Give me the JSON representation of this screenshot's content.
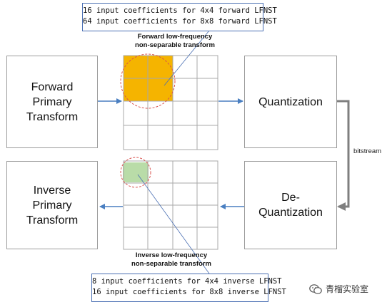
{
  "top_note": {
    "line1": "16 input coefficients for 4x4 forward LFNST",
    "line2": "64 input coefficients for 8x8 forward LFNST"
  },
  "forward_caption": {
    "line1": "Forward low-frequency",
    "line2": "non-separable transform"
  },
  "forward_primary": {
    "line1": "Forward",
    "line2": "Primary",
    "line3": "Transform"
  },
  "quantization": {
    "label": "Quantization"
  },
  "bitstream": {
    "label": "bitstream"
  },
  "dequantization": {
    "line1": "De-",
    "line2": "Quantization"
  },
  "inverse_primary": {
    "line1": "Inverse",
    "line2": "Primary",
    "line3": "Transform"
  },
  "inverse_caption": {
    "line1": "Inverse low-frequency",
    "line2": "non-separable transform"
  },
  "bottom_note": {
    "line1": "8 input coefficients for 4x4 inverse LFNST",
    "line2": "16 input coefficients for 8x8 inverse LFNST"
  },
  "brand": {
    "name": "青榴实验室",
    "icon": "wechat-icon"
  },
  "colors": {
    "forward_region": "#f5b400",
    "inverse_region": "#b9dca8",
    "highlight_circle": "#d9534f",
    "arrow": "#4a7fc1",
    "bitstream_arrow": "#7f7f7f",
    "grid": "#a8a8a8",
    "note_border": "#4a6fb3"
  }
}
